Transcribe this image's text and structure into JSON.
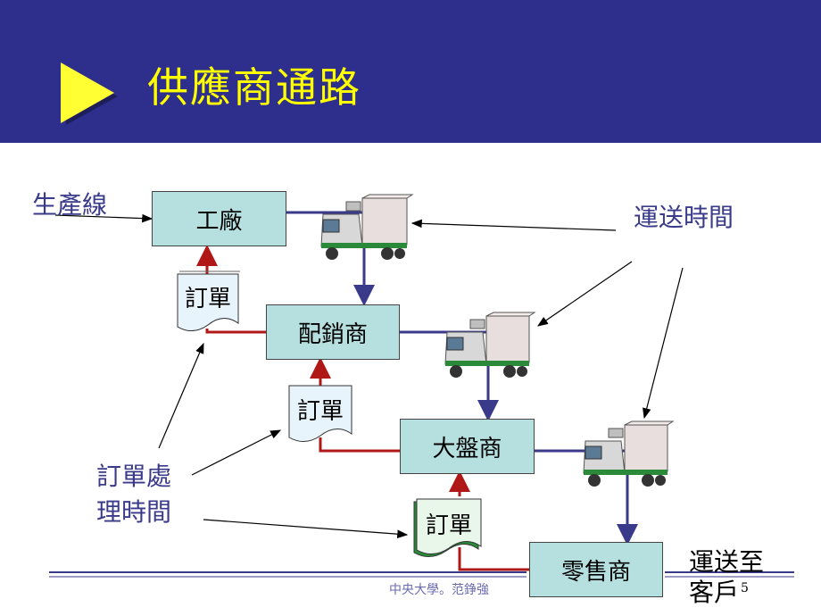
{
  "slide": {
    "title": "供應商通路",
    "footer": "中央大學。范錚強",
    "page_number": "5"
  },
  "nodes": {
    "factory": "工廠",
    "distributor": "配銷商",
    "wholesaler": "大盤商",
    "retailer": "零售商"
  },
  "orders": {
    "order1": "訂單",
    "order2": "訂單",
    "order3": "訂單"
  },
  "labels": {
    "production_line": "生產線",
    "transport_time": "運送時間",
    "order_processing_line1": "訂單處",
    "order_processing_line2": "理時間",
    "deliver_line1": "運送至",
    "deliver_line2": "客戶"
  },
  "colors": {
    "header": "#2e2e8c",
    "title": "#ffff00",
    "box": "#b6e0e0",
    "order_flow": "#b01818",
    "goods_flow": "#3a3a8a"
  },
  "icons": [
    "play-triangle-icon",
    "truck-icon"
  ]
}
